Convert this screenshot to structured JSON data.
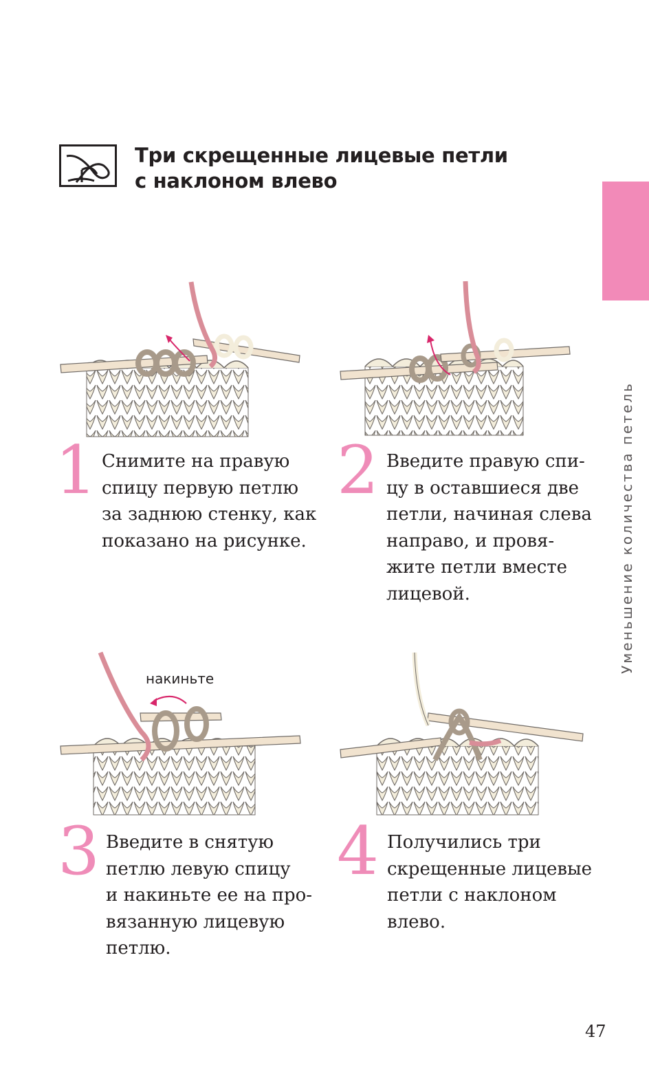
{
  "header": {
    "title_line1": "Три скрещенные лицевые петли",
    "title_line2": "с наклоном влево"
  },
  "side": {
    "section_title": "Уменьшение количества петель"
  },
  "colors": {
    "accent_pink": "#ef8cb8",
    "yarn_cream": "#f3eddb",
    "yarn_brown": "#a89a8a",
    "needle": "#f1e3cf"
  },
  "steps": [
    {
      "number": "1",
      "text": "Снимите на правую\nспицу первую петлю\nза заднюю стенку, как\nпоказано на рисунке."
    },
    {
      "number": "2",
      "text": "Введите правую спи-\nцу в оставшиеся две\nпетли, начиная слева\nнаправо, и провя-\nжите петли вместе\nлицевой."
    },
    {
      "number": "3",
      "text": "Введите в снятую\nпетлю левую спицу\nи накиньте ее на про-\nвязанную лицевую\nпетлю.",
      "illustration_label": "накиньте"
    },
    {
      "number": "4",
      "text": "Получились три\nскрещенные лицевые\nпетли с наклоном\nвлево."
    }
  ],
  "page_number": "47"
}
